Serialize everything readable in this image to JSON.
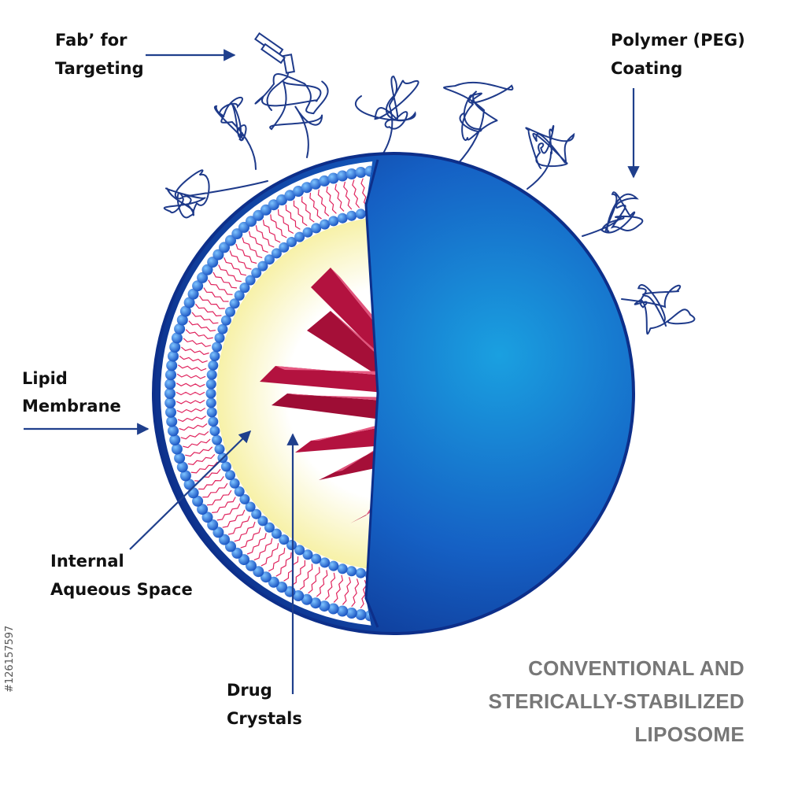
{
  "colors": {
    "sphere_dark": "#0d2f8a",
    "sphere_light": "#1aa0e0",
    "membrane_bead": "#1f6fd6",
    "lipid_tail": "#e0245e",
    "aqueous": "#fbf7b8",
    "crystal": "#b3123f",
    "label_text": "#111111",
    "title_text": "#777777",
    "arrow": "#1f3f8c"
  },
  "labels": {
    "fab_line1": "Fab’ for",
    "fab_line2": "Targeting",
    "peg_line1": "Polymer (PEG)",
    "peg_line2": "Coating",
    "lipid_line1": "Lipid",
    "lipid_line2": "Membrane",
    "aqueous_line1": "Internal",
    "aqueous_line2": "Aqueous Space",
    "drug_line1": "Drug",
    "drug_line2": "Crystals"
  },
  "title": {
    "line1": "CONVENTIONAL AND",
    "line2": "STERICALLY-STABILIZED",
    "line3": "LIPOSOME"
  },
  "stock_id": "#126157597",
  "icons": {
    "fab": "antibody-fragment-icon",
    "peg": "polymer-coil-icon"
  }
}
